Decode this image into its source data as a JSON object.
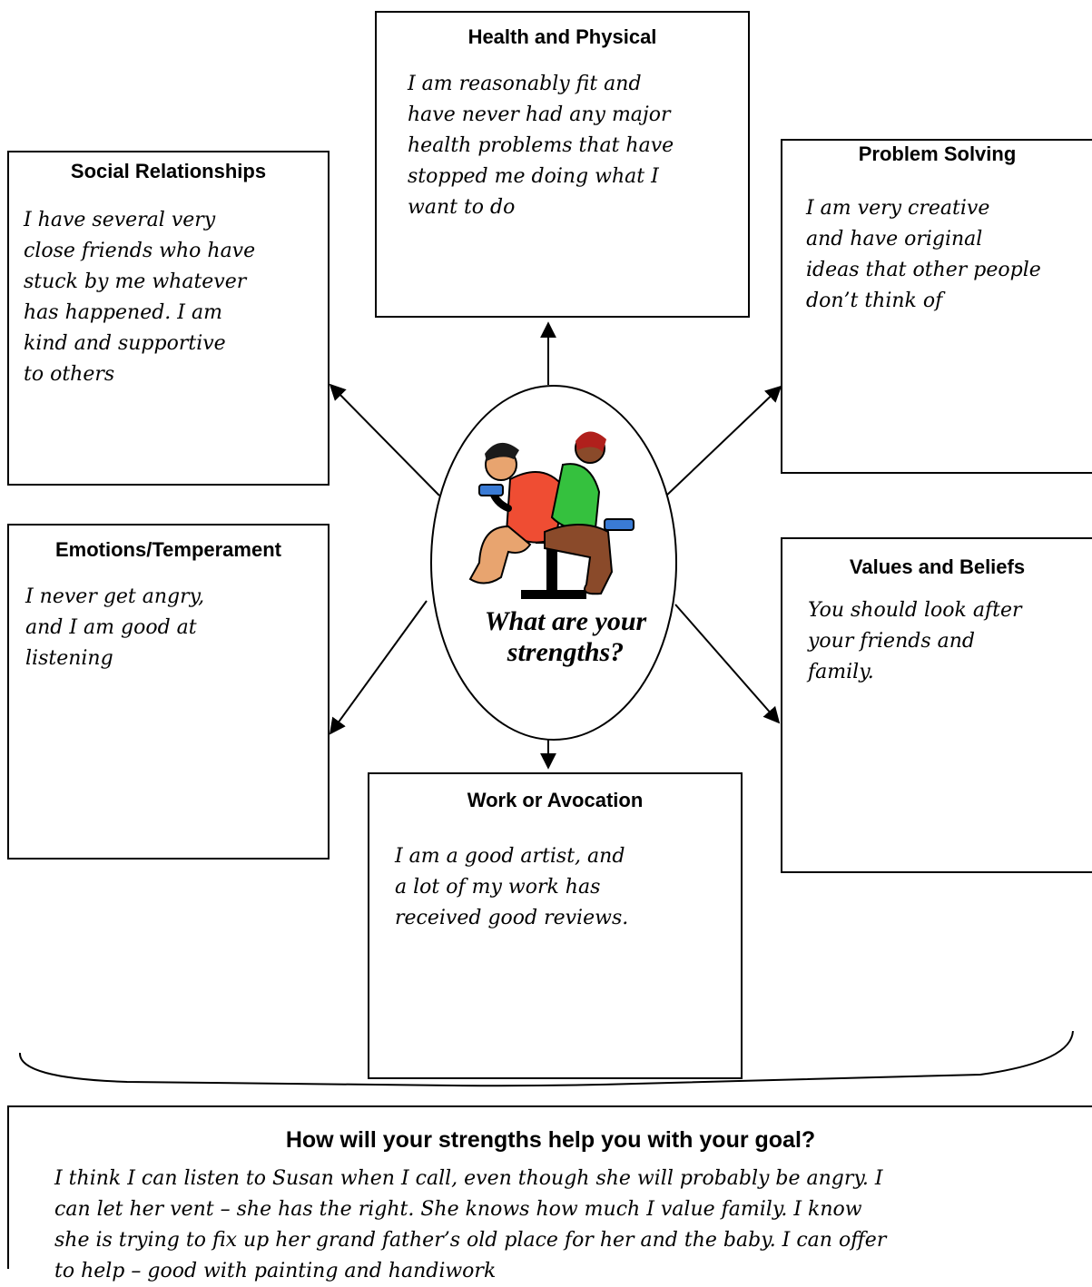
{
  "boxes": {
    "health": {
      "title": "Health and Physical",
      "text": "I am reasonably fit and\nhave never had any major\nhealth problems that have\nstopped me doing what I\nwant to do"
    },
    "social": {
      "title": "Social Relationships",
      "text": "I have several very\nclose friends who have\nstuck by me whatever\nhas happened. I am\nkind and supportive\nto others"
    },
    "problem": {
      "title": "Problem Solving",
      "text": "I am very creative\nand have original\nideas that other people\ndon’t think of"
    },
    "emotions": {
      "title": "Emotions/Temperament",
      "text": "I never get angry,\nand I am good at\nlistening"
    },
    "values": {
      "title": "Values and Beliefs",
      "text": "You should look after\nyour friends and\nfamily."
    },
    "work": {
      "title": "Work or Avocation",
      "text": "I am a good artist, and\na lot of my work has\nreceived good reviews."
    }
  },
  "center": {
    "question": "What are your\nstrengths?",
    "icon": "people-exercising-icon"
  },
  "bottom": {
    "title": "How will your strengths help you with your goal?",
    "text": "I think I can listen to Susan when I call, even though she will probably be angry.  I\ncan let her vent – she has the right.  She knows how much I value family.  I know\nshe is trying to fix up her grand father’s old place for her and the baby.  I can offer\nto help – good with painting and handiwork"
  }
}
